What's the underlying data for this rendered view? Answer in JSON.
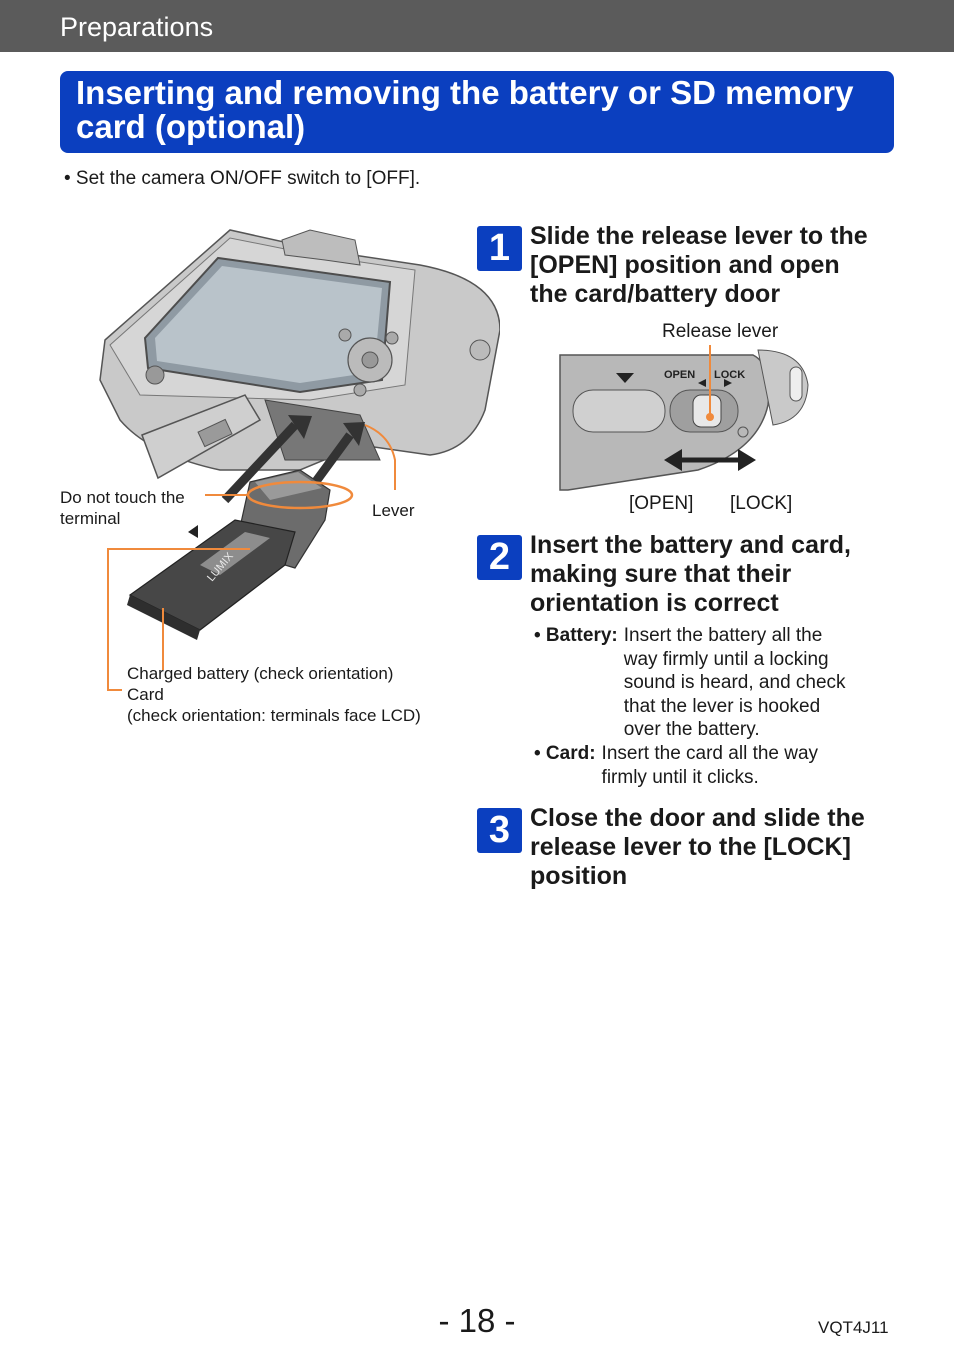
{
  "header": {
    "section": "Preparations"
  },
  "title": {
    "line1": "Inserting and removing the battery or SD memory",
    "line2": "card (optional)"
  },
  "note": "• Set the camera ON/OFF switch to [OFF].",
  "illustration": {
    "labels": {
      "terminal": [
        "Do not touch the",
        "terminal"
      ],
      "lever": "Lever",
      "battery": "Charged battery (check orientation)",
      "card": "Card",
      "card_note": "(check orientation: terminals face LCD)",
      "brand": "LUMIX"
    }
  },
  "steps": [
    {
      "num": "1",
      "title": [
        "Slide the release lever to the",
        "[OPEN] position and open",
        "the card/battery door"
      ]
    },
    {
      "num": "2",
      "title": [
        "Insert the battery and card,",
        "making sure that their",
        "orientation is correct"
      ]
    },
    {
      "num": "3",
      "title": [
        "Close the door and slide the",
        "release lever to the [LOCK]",
        "position"
      ]
    }
  ],
  "lever_diagram": {
    "release_lever": "Release lever",
    "open_tag": "OPEN",
    "lock_tag": "LOCK",
    "open": "[OPEN]",
    "lock": "[LOCK]"
  },
  "bullets": [
    {
      "key": "• Battery:",
      "lines": [
        "Insert the battery all the",
        "way firmly until a locking",
        "sound is heard, and check",
        "that the lever is hooked",
        "over the battery."
      ]
    },
    {
      "key": "• Card:",
      "lines": [
        "Insert the card all the way",
        "firmly until it clicks."
      ]
    }
  ],
  "footer": {
    "page": "- 18 -",
    "code": "VQT4J11"
  },
  "colors": {
    "header_bar": "#5b5b5b",
    "title_blue": "#0b3fbf",
    "callout_orange": "#f08a3c"
  }
}
